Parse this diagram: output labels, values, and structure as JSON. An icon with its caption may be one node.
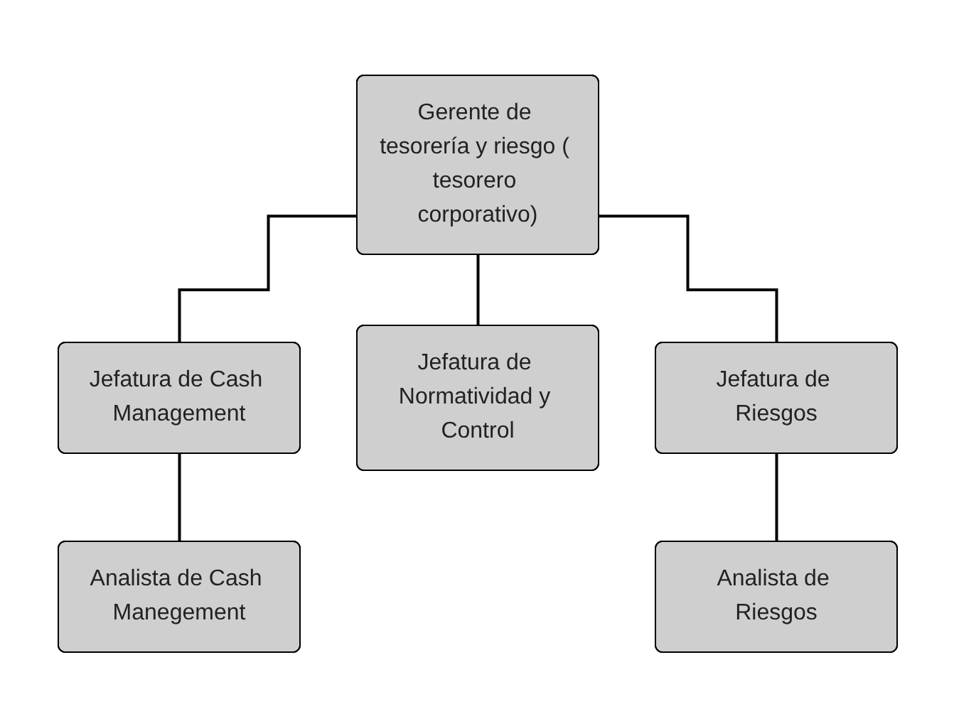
{
  "diagram": {
    "nodes": [
      {
        "text": [
          "Gerente de tesorería y riesgo ( tesorero corporativo)"
        ]
      },
      {
        "text": [
          "Jefatura de Cash Management"
        ]
      },
      {
        "text": [
          "Jefatura de Normatividad y Control"
        ]
      },
      {
        "text": [
          "Jefatura de Riesgos"
        ]
      },
      {
        "text": [
          "Analista de Cash Manegement"
        ]
      },
      {
        "text": [
          "Analista de Riesgos"
        ]
      }
    ],
    "edges": [
      {
        "from": 0,
        "to": 1,
        "arrow": "none"
      },
      {
        "from": 0,
        "to": 2,
        "arrow": "none"
      },
      {
        "from": 0,
        "to": 3,
        "arrow": "none"
      },
      {
        "from": 1,
        "to": 4,
        "arrow": "none"
      },
      {
        "from": 3,
        "to": 5,
        "arrow": "none"
      }
    ]
  }
}
